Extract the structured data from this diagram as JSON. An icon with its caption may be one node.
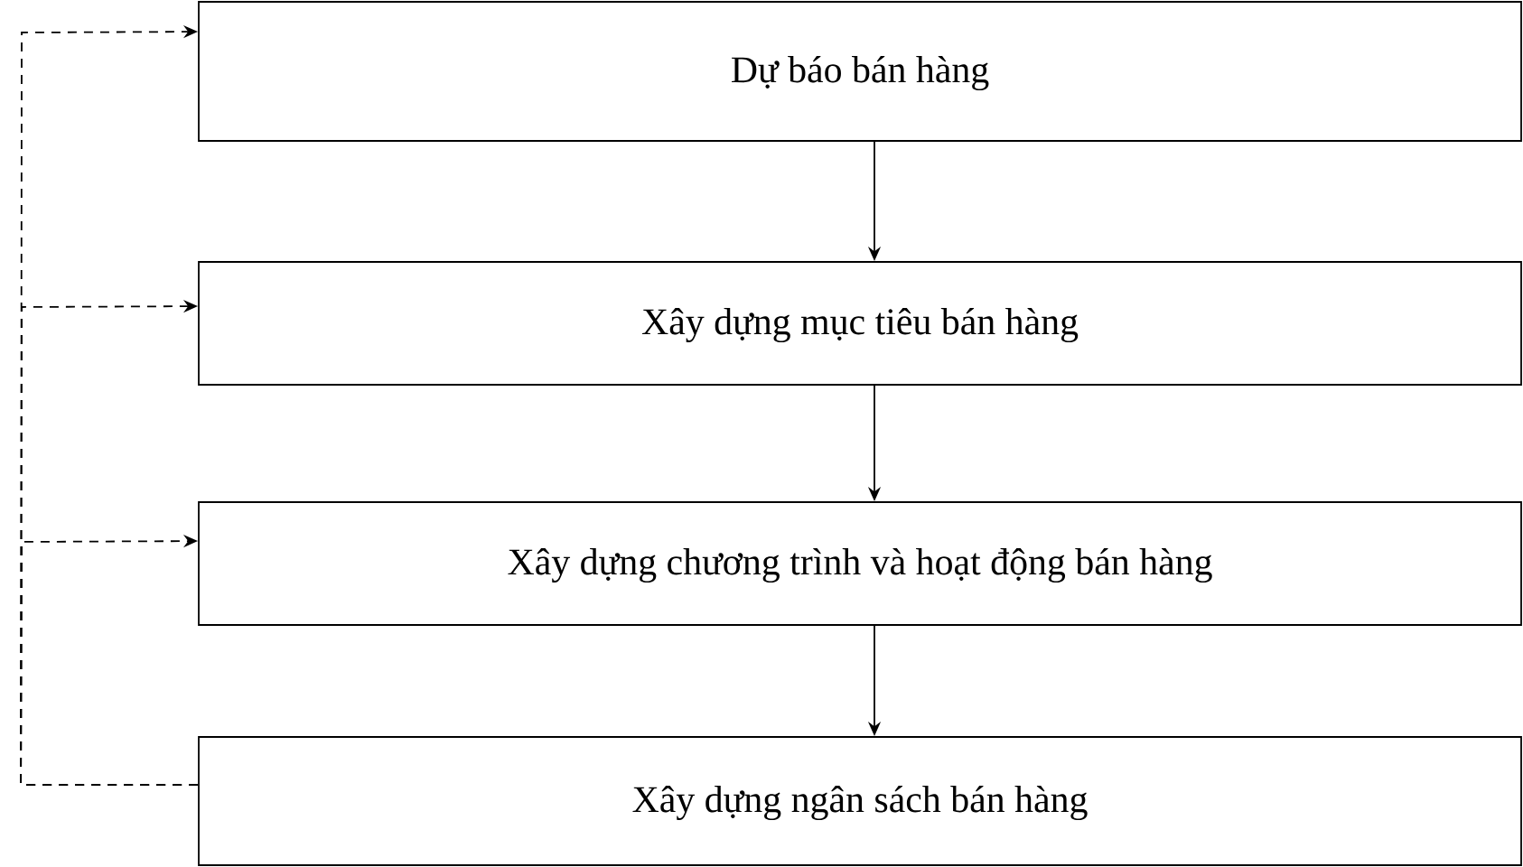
{
  "diagram": {
    "nodes": [
      {
        "text": [
          "Dự báo bán hàng"
        ]
      },
      {
        "text": [
          "Xây dựng mục tiêu bán hàng"
        ]
      },
      {
        "text": [
          "Xây dựng chương trình và hoạt động bán hàng"
        ]
      },
      {
        "text": [
          "Xây dựng ngân sách bán hàng"
        ]
      }
    ],
    "edges": [
      {
        "from": 0,
        "to": 1,
        "arrow": "to"
      },
      {
        "from": 1,
        "to": 2,
        "arrow": "to"
      },
      {
        "from": 2,
        "to": 3,
        "arrow": "to"
      },
      {
        "from": 3,
        "to": 0,
        "arrow": "to",
        "style": "dashed"
      },
      {
        "from": 3,
        "to": 1,
        "arrow": "to",
        "style": "dashed"
      },
      {
        "from": 3,
        "to": 2,
        "arrow": "to",
        "style": "dashed"
      }
    ]
  }
}
